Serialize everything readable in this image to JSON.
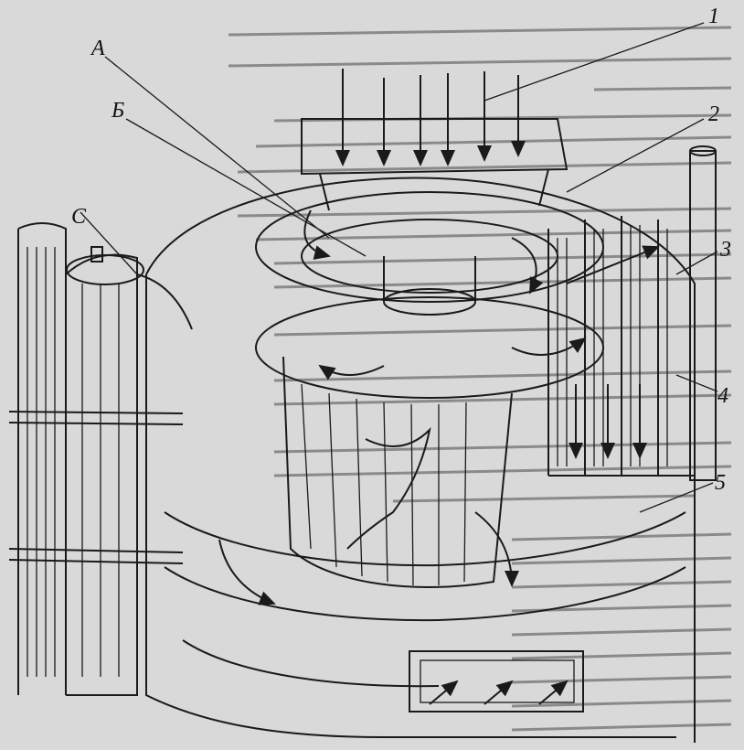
{
  "figure": {
    "background_color": "#d9d9d9",
    "ink_color": "#1a1a1a",
    "labels": {
      "n1": "1",
      "n2": "2",
      "n3": "3",
      "n4": "4",
      "n5": "5",
      "a": "А",
      "b": "Б",
      "c": "С"
    }
  }
}
